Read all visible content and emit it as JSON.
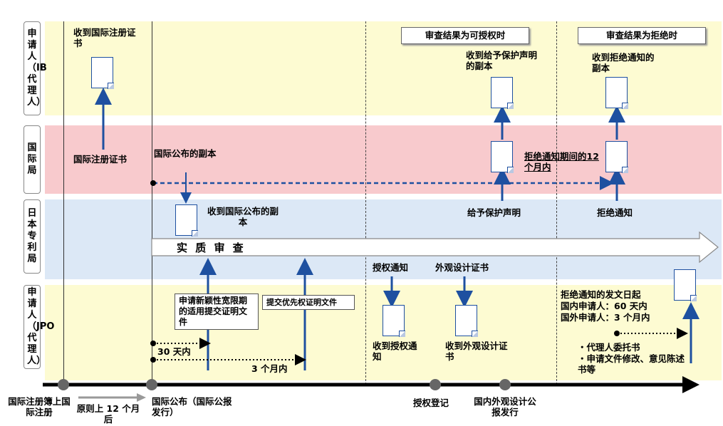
{
  "lanes": {
    "applicant_ib": "申请人（IB代理人）",
    "intl_bureau": "国际局",
    "jpo": "日本专利局",
    "applicant_jpo": "申请人（JPO代理人）"
  },
  "headers": {
    "grantable": "审查结果为可授权时",
    "refusal": "审查结果为拒绝时"
  },
  "labels": {
    "receive_intl_cert": "收到国际注册证书",
    "intl_cert": "国际注册证书",
    "intl_pub_copy": "国际公布的副本",
    "receive_pub_copy": "收到国际公布的副本",
    "substantive_exam": "实 质 审 查",
    "receive_protection_copy": "收到给予保护声明的副本",
    "grant_protection": "给予保护声明",
    "receive_refusal_copy": "收到拒绝通知的副本",
    "refusal_period": "拒绝通知期间的12个月内",
    "refusal_notice": "拒绝通知",
    "novelty_box": "申请新颖性宽限期的适用提交证明文件",
    "priority_box": "提交优先权证明文件",
    "days_30": "30 天内",
    "months_3": "3 个月内",
    "grant_notice": "授权通知",
    "design_cert": "外观设计证书",
    "receive_grant_notice": "收到授权通知",
    "receive_design_cert": "收到外观设计证书",
    "refusal_deadline_title": "拒绝通知的发文日起",
    "domestic_60": "国内申请人：60 天内",
    "foreign_3m": "国外申请人：3 个月内",
    "bullet_1": "・代理人委托书",
    "bullet_2": "・申请文件修改、意见陈述书等"
  },
  "timeline": {
    "intl_registration": "国际注册簿上国际注册",
    "principle_12m": "原则上 12 个月后",
    "intl_publication": "国际公布（国际公报发行）",
    "grant_registration": "授权登记",
    "domestic_design_pub": "国内外观设计公报发行"
  }
}
